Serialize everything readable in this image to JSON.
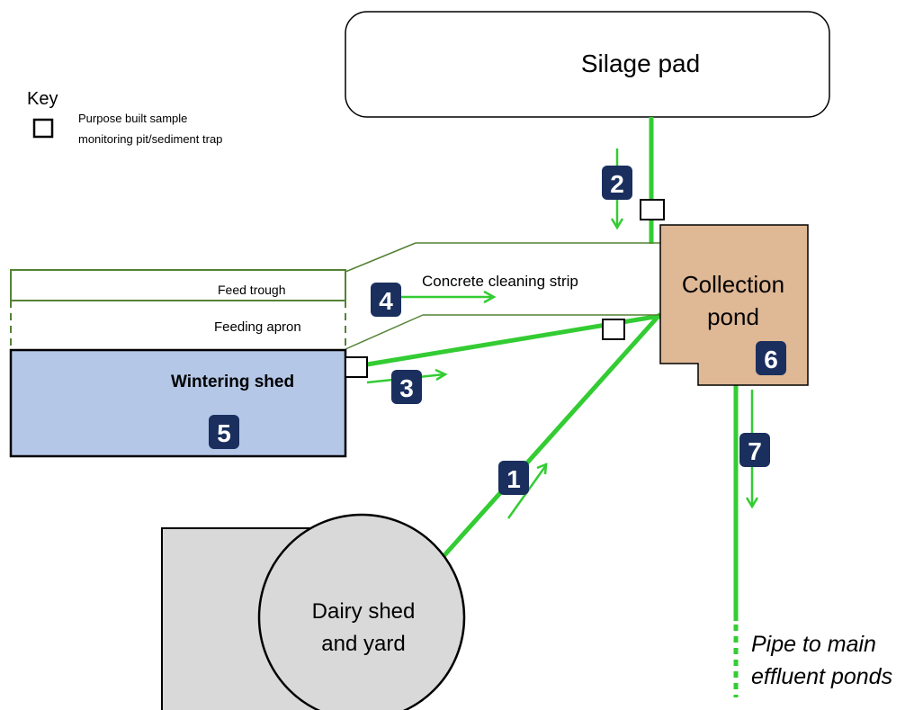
{
  "colors": {
    "flow_green": "#33cc33",
    "label_navy": "#1a2f5e",
    "pond_fill": "#dfb895",
    "shed_fill": "#b4c7e7",
    "dairy_fill": "#d9d9d9",
    "edge_green": "#548235"
  },
  "key": {
    "title": "Key",
    "line1": "Purpose built sample",
    "line2": "monitoring pit/sediment trap",
    "symbol_icon": "square-outline-icon"
  },
  "silage_pad": {
    "label": "Silage pad"
  },
  "collection_pond": {
    "line1": "Collection",
    "line2": "pond"
  },
  "feed_trough": {
    "label": "Feed trough"
  },
  "feeding_apron": {
    "label": "Feeding apron"
  },
  "wintering_shed": {
    "label": "Wintering shed"
  },
  "concrete_strip": {
    "label": "Concrete cleaning strip"
  },
  "dairy_shed": {
    "line1": "Dairy shed",
    "line2": "and yard"
  },
  "pipe_label": {
    "line1": "Pipe to main",
    "line2": "effluent ponds"
  },
  "sites": [
    "1",
    "2",
    "3",
    "4",
    "5",
    "6",
    "7"
  ]
}
